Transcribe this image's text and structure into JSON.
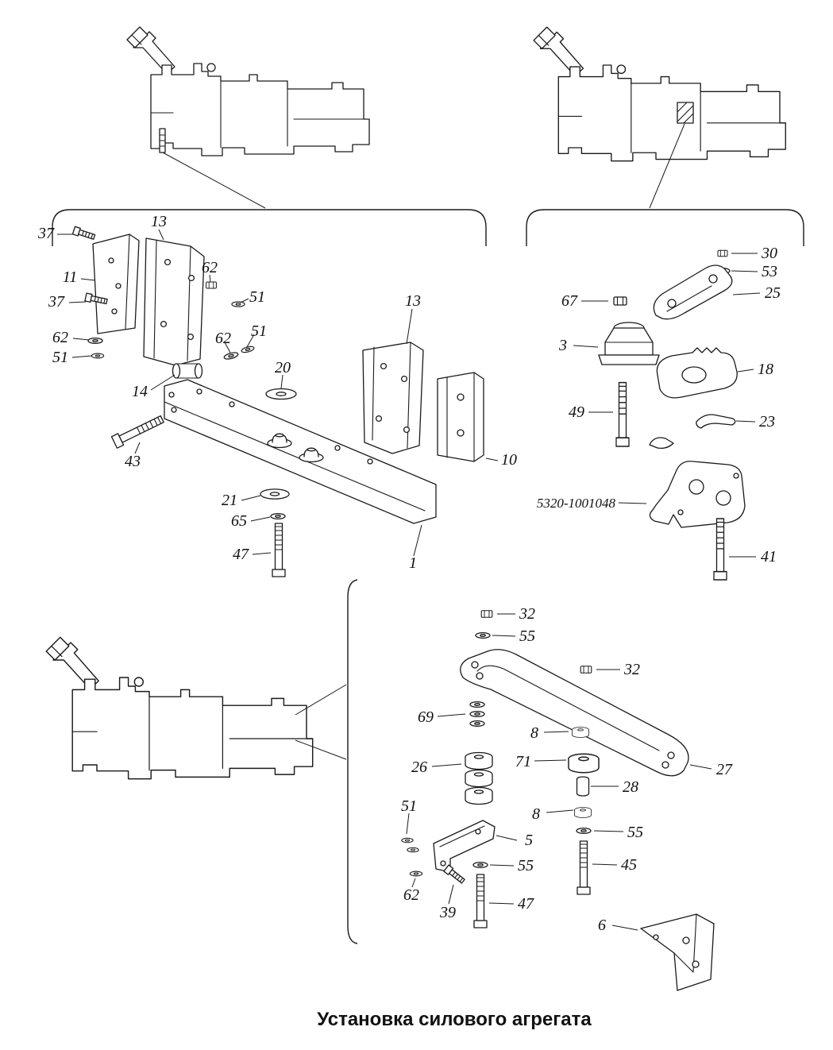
{
  "title": "Установка силового агрегата",
  "ink_color": "#1a1a1a",
  "callouts": {
    "l37a": "37",
    "l13a": "13",
    "l11": "11",
    "l37b": "37",
    "l62u": "62",
    "l51u": "51",
    "l62a": "62",
    "l51a": "51",
    "l62m": "62",
    "l51m": "51",
    "l14": "14",
    "l20": "20",
    "l13b": "13",
    "l43": "43",
    "l21": "21",
    "l65": "65",
    "l47": "47",
    "l10": "10",
    "l1": "1",
    "r30": "30",
    "r53": "53",
    "r25": "25",
    "r67": "67",
    "r3": "3",
    "r18": "18",
    "r49": "49",
    "r23": "23",
    "rref": "5320-1001048",
    "r41": "41",
    "b32a": "32",
    "b55a": "55",
    "b32b": "32",
    "b69": "69",
    "b8a": "8",
    "b26": "26",
    "b71": "71",
    "b27": "27",
    "b28": "28",
    "b8b": "8",
    "b51": "51",
    "b5": "5",
    "b55b": "55",
    "b55c": "55",
    "b45": "45",
    "b62": "62",
    "b39": "39",
    "b47": "47",
    "b6": "6"
  }
}
